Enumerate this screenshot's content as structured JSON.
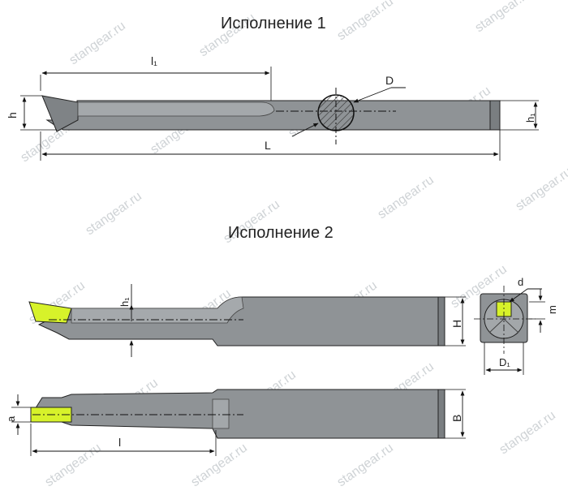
{
  "titles": {
    "variant1": "Исполнение  1",
    "variant2": "Исполнение 2"
  },
  "watermark": "stangear.ru",
  "labels": {
    "l1": "l₁",
    "D": "D",
    "h": "h",
    "h1_top": "h₁",
    "L": "L",
    "h1_side": "h₁",
    "d": "d",
    "m": "m",
    "H": "H",
    "D1": "D₁",
    "a": "a",
    "B": "B",
    "l": "l"
  },
  "colors": {
    "steel": "#8f9396",
    "steel_dark": "#6f7377",
    "steel_light": "#b4b8bb",
    "insert": "#d7f22a",
    "line": "#111111",
    "watermark": "#cfd3d6"
  }
}
